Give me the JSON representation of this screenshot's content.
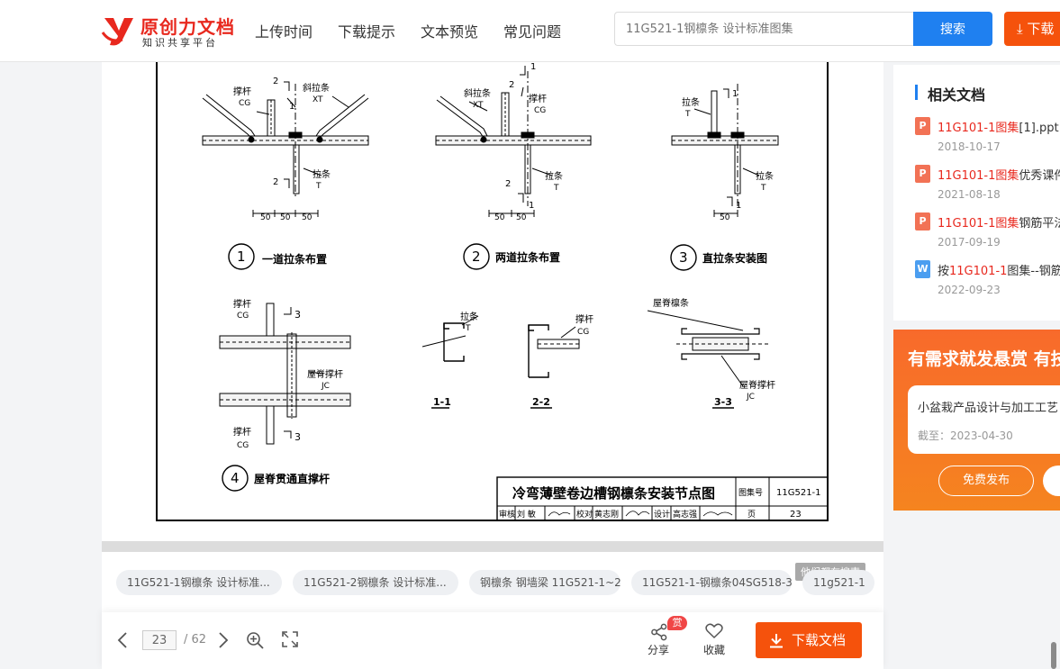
{
  "header": {
    "logo_title": "原创力文档",
    "logo_subtitle": "知识共享平台",
    "nav": [
      "上传时间",
      "下载提示",
      "文本预览",
      "常见问题"
    ],
    "search_placeholder": "11G521-1钢檩条 设计标准图集",
    "search_button": "搜索",
    "download_button": "下载"
  },
  "drawing": {
    "fig1_title": "一道拉条布置",
    "fig2_title": "两道拉条布置",
    "fig3_title": "直拉条安装图",
    "fig4_title": "屋脊贯通直撑杆",
    "label_brace_cg": "撑杆",
    "code_cg": "CG",
    "label_diag_tie": "斜拉条",
    "code_xt": "XT",
    "label_tie": "拉条",
    "code_t": "T",
    "label_ridge_purlin": "屋脊檩条",
    "label_ridge_brace": "屋脊撑杆",
    "code_jc": "JC",
    "dim_50": "50",
    "mark_1": "1",
    "mark_2": "2",
    "mark_3": "3",
    "sec_1": "1-1",
    "sec_2": "2-2",
    "sec_3": "3-3",
    "num_1": "1",
    "num_2": "2",
    "num_3": "3",
    "num_4": "4",
    "title_block_title": "冷弯薄壁卷边槽钢檩条安装节点图",
    "atlas_label": "图集号",
    "atlas_no": "11G521-1",
    "page_label": "页",
    "page_no": "23",
    "review_label": "审核",
    "review_name": "刘 敏",
    "check_label": "校对",
    "check_name": "黄志刚",
    "design_label": "设计",
    "design_name": "高志强"
  },
  "tags": {
    "items": [
      "11G521-1钢檩条 设计标准...",
      "11G521-2钢檩条 设计标准...",
      "钢檩条 钢墙梁 11G521-1~2",
      "11G521-1-钢檩条04SG518-3",
      "11g521-1"
    ],
    "hint": "他们都在搜索"
  },
  "toolbar": {
    "current_page": "23",
    "total_pages": "/ 62",
    "share_label": "分享",
    "share_badge": "赏",
    "fav_label": "收藏",
    "download_label": "下载文档"
  },
  "related": {
    "title": "相关文档",
    "items": [
      {
        "icon": "P",
        "pre": "",
        "hl": "11G101-1图集",
        "rest": "[1].ppt",
        "date": "2018-10-17"
      },
      {
        "icon": "P",
        "pre": "",
        "hl": "11G101-1图集",
        "rest": "优秀课件",
        "date": "2021-08-18"
      },
      {
        "icon": "P",
        "pre": "",
        "hl": "11G101-1图集",
        "rest": "钢筋平法",
        "date": "2017-09-19"
      },
      {
        "icon": "W",
        "pre": "按",
        "hl": "11G101-1",
        "rest": "图集--钢筋",
        "date": "2022-09-23"
      }
    ]
  },
  "promo": {
    "title": "有需求就发悬赏 有技能",
    "card_title": "小盆栽产品设计与加工工艺",
    "card_date": "截至：2023-04-30",
    "button": "免费发布"
  },
  "colors": {
    "accent_blue": "#1f80f0",
    "download_orange": "#f5520c",
    "brand_red": "#e8281e"
  }
}
